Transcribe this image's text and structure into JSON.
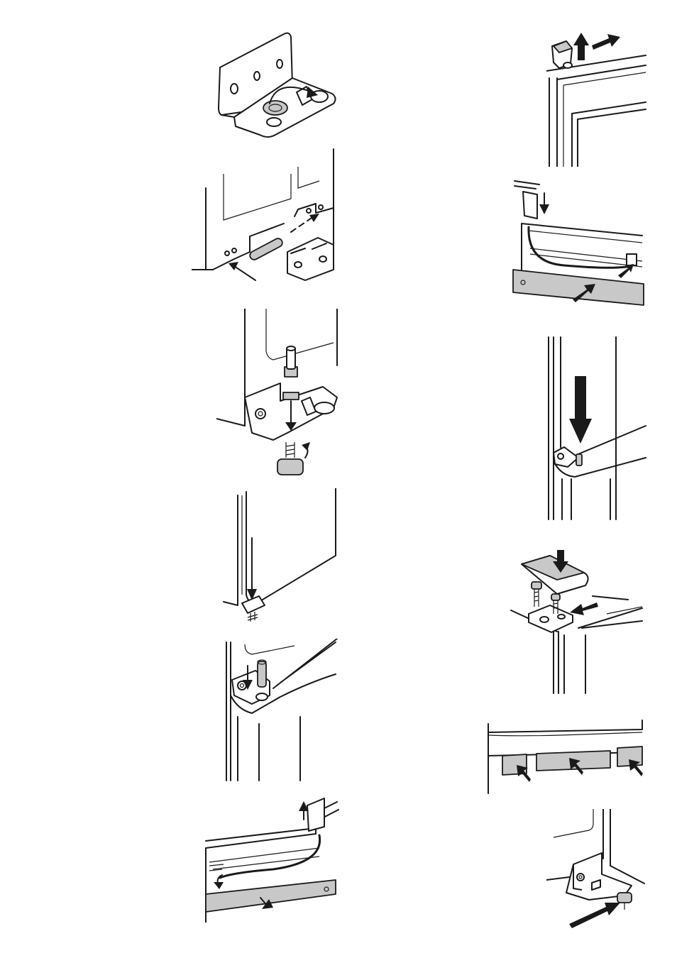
{
  "page": {
    "background": "#ffffff",
    "line_color": "#1a1a1a",
    "panel_fill": "#c8c8c8"
  },
  "figures": [
    {
      "id": "fig-1",
      "depicts": "hinge-bracket-plug-swap"
    },
    {
      "id": "fig-2",
      "depicts": "hinge-plate-mount-on-cabinet"
    },
    {
      "id": "fig-3",
      "depicts": "hinge-pin-and-foot-install"
    },
    {
      "id": "fig-4",
      "depicts": "door-lower-onto-pin"
    },
    {
      "id": "fig-5",
      "depicts": "upper-hinge-pin-insert"
    },
    {
      "id": "fig-6",
      "depicts": "cable-and-cover-remove"
    },
    {
      "id": "fig-7",
      "depicts": "top-hinge-cap-remove"
    },
    {
      "id": "fig-8",
      "depicts": "cable-and-cover-refit"
    },
    {
      "id": "fig-9",
      "depicts": "door-lower-down"
    },
    {
      "id": "fig-10",
      "depicts": "top-hinge-screws-and-cover"
    },
    {
      "id": "fig-11",
      "depicts": "trim-covers-press-in"
    },
    {
      "id": "fig-12",
      "depicts": "bottom-hinge-foot-adjust"
    }
  ]
}
